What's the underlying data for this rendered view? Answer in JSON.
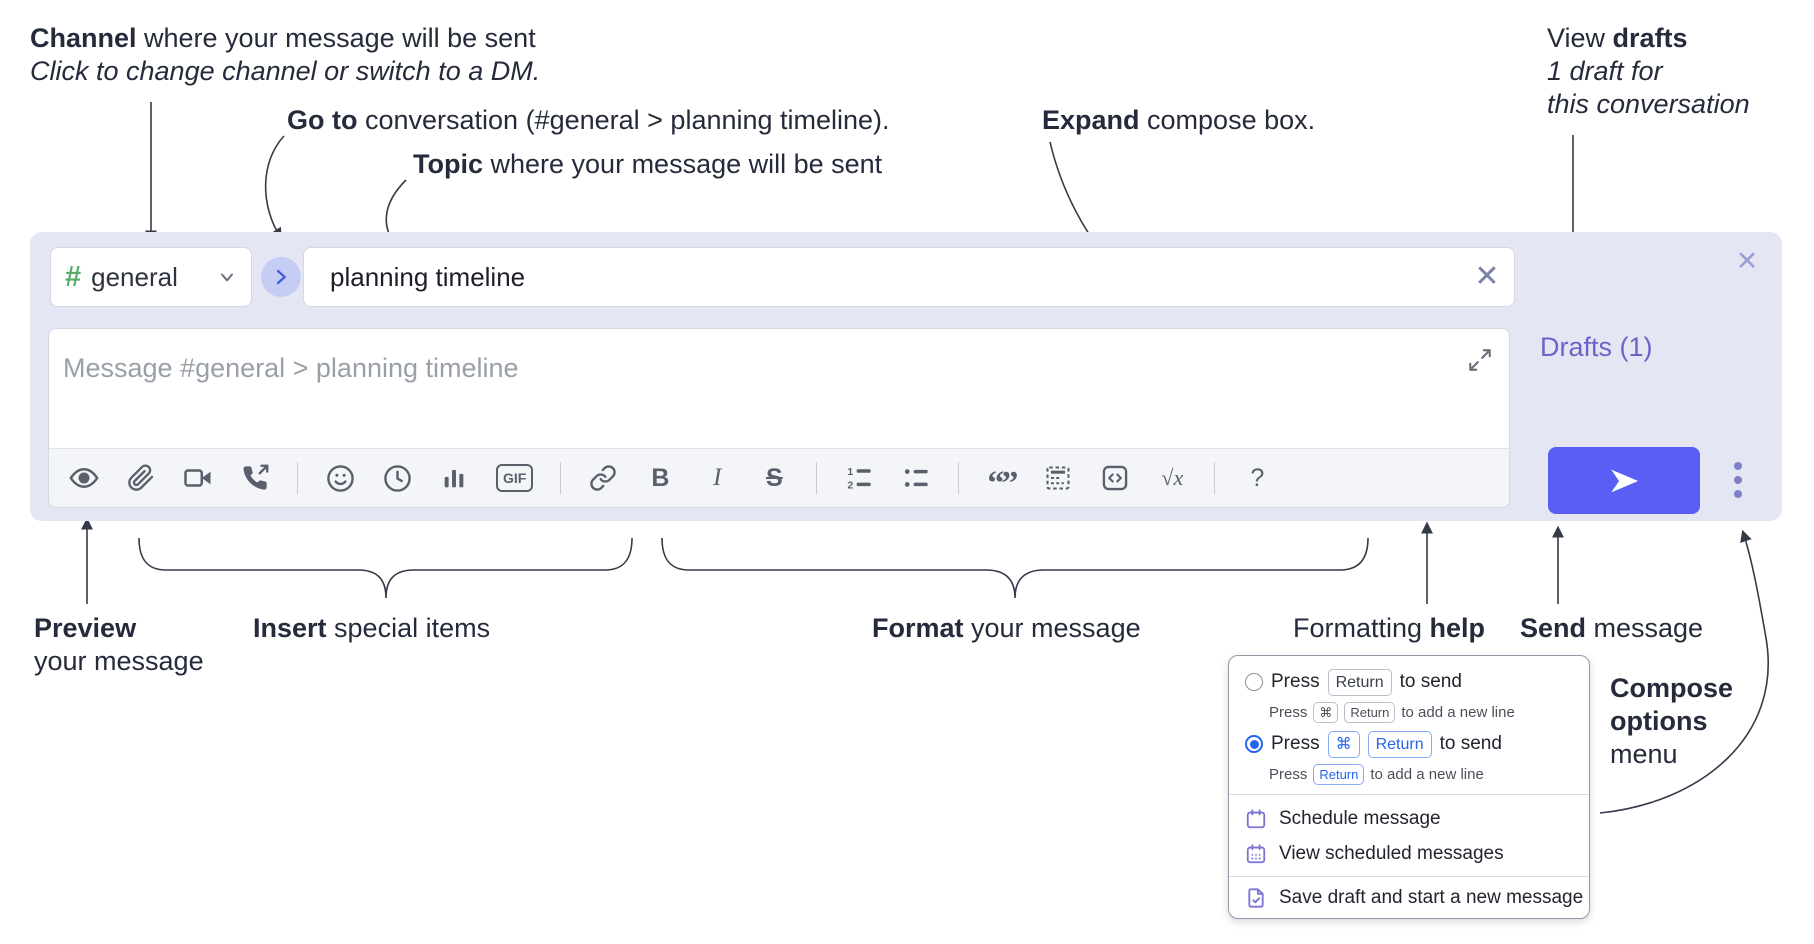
{
  "annotations": {
    "channel": {
      "bold": "Channel",
      "rest": " where your message will be sent",
      "sub": "Click to change channel or switch to a DM."
    },
    "goto": {
      "bold": "Go to",
      "rest": " conversation (#general > planning timeline)."
    },
    "topic": {
      "bold": "Topic",
      "rest": " where your message will be sent"
    },
    "expand": {
      "bold": "Expand",
      "rest": " compose box."
    },
    "view_drafts": {
      "pre": "View ",
      "bold": "drafts",
      "line2": "1 draft for",
      "line3": "this conversation"
    },
    "preview": {
      "bold": "Preview",
      "line2": "your message"
    },
    "insert": {
      "bold": "Insert",
      "rest": " special items"
    },
    "format": {
      "bold": "Format",
      "rest": " your message"
    },
    "formatting_help": {
      "pre": "Formatting ",
      "bold": "help"
    },
    "send": {
      "bold": "Send",
      "rest": " message"
    },
    "compose_options": {
      "line1": "Compose",
      "line2": "options",
      "line3": "menu"
    }
  },
  "compose": {
    "channel_label": "general",
    "hash": "#",
    "topic_value": "planning timeline",
    "clear_x": "✕",
    "close_x": "✕",
    "message_placeholder": "Message #general > planning timeline",
    "drafts_link": "Drafts (1)",
    "toolbar": {
      "gif": "GIF",
      "bold": "B",
      "italic": "I",
      "strike": "S",
      "quote": "“”",
      "math": "√x",
      "help": "?"
    }
  },
  "popup": {
    "option1": {
      "press": "Press",
      "key": "Return",
      "tail": "to send",
      "sub_press": "Press",
      "sub_key1": "⌘",
      "sub_key2": "Return",
      "sub_tail": "to add a new line"
    },
    "option2": {
      "press": "Press",
      "key1": "⌘",
      "key2": "Return",
      "tail": "to send",
      "sub_press": "Press",
      "sub_key": "Return",
      "sub_tail": "to add a new line"
    },
    "items": {
      "schedule": "Schedule message",
      "view_scheduled": "View scheduled messages",
      "save_draft": "Save draft and start a new message"
    }
  },
  "colors": {
    "compose_bg": "#e4e6f4",
    "send_button": "#5b5ef4",
    "drafts_link": "#6b64c8",
    "hash_green": "#57ad68",
    "selected_blue": "#2465ee",
    "menu_icon_purple": "#7b74d4",
    "annotation_text": "#262b3c"
  }
}
